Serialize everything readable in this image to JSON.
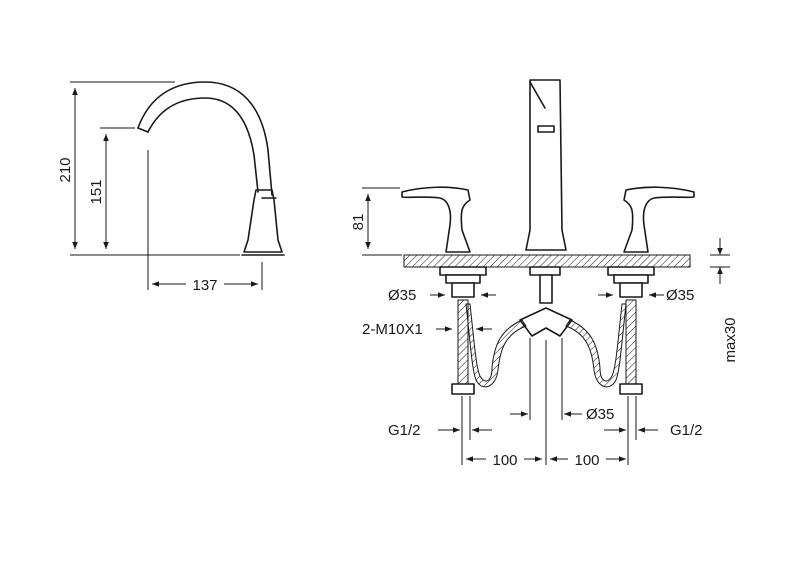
{
  "labels": {
    "h_total": "210",
    "h_spout": "151",
    "reach": "137",
    "h_handle": "81",
    "dia_left": "Ø35",
    "dia_right": "Ø35",
    "dia_center": "Ø35",
    "thread_bolt": "2-M10X1",
    "max_thickness": "max30",
    "conn_left": "G1/2",
    "conn_right": "G1/2",
    "spacing_left": "100",
    "spacing_right": "100"
  }
}
